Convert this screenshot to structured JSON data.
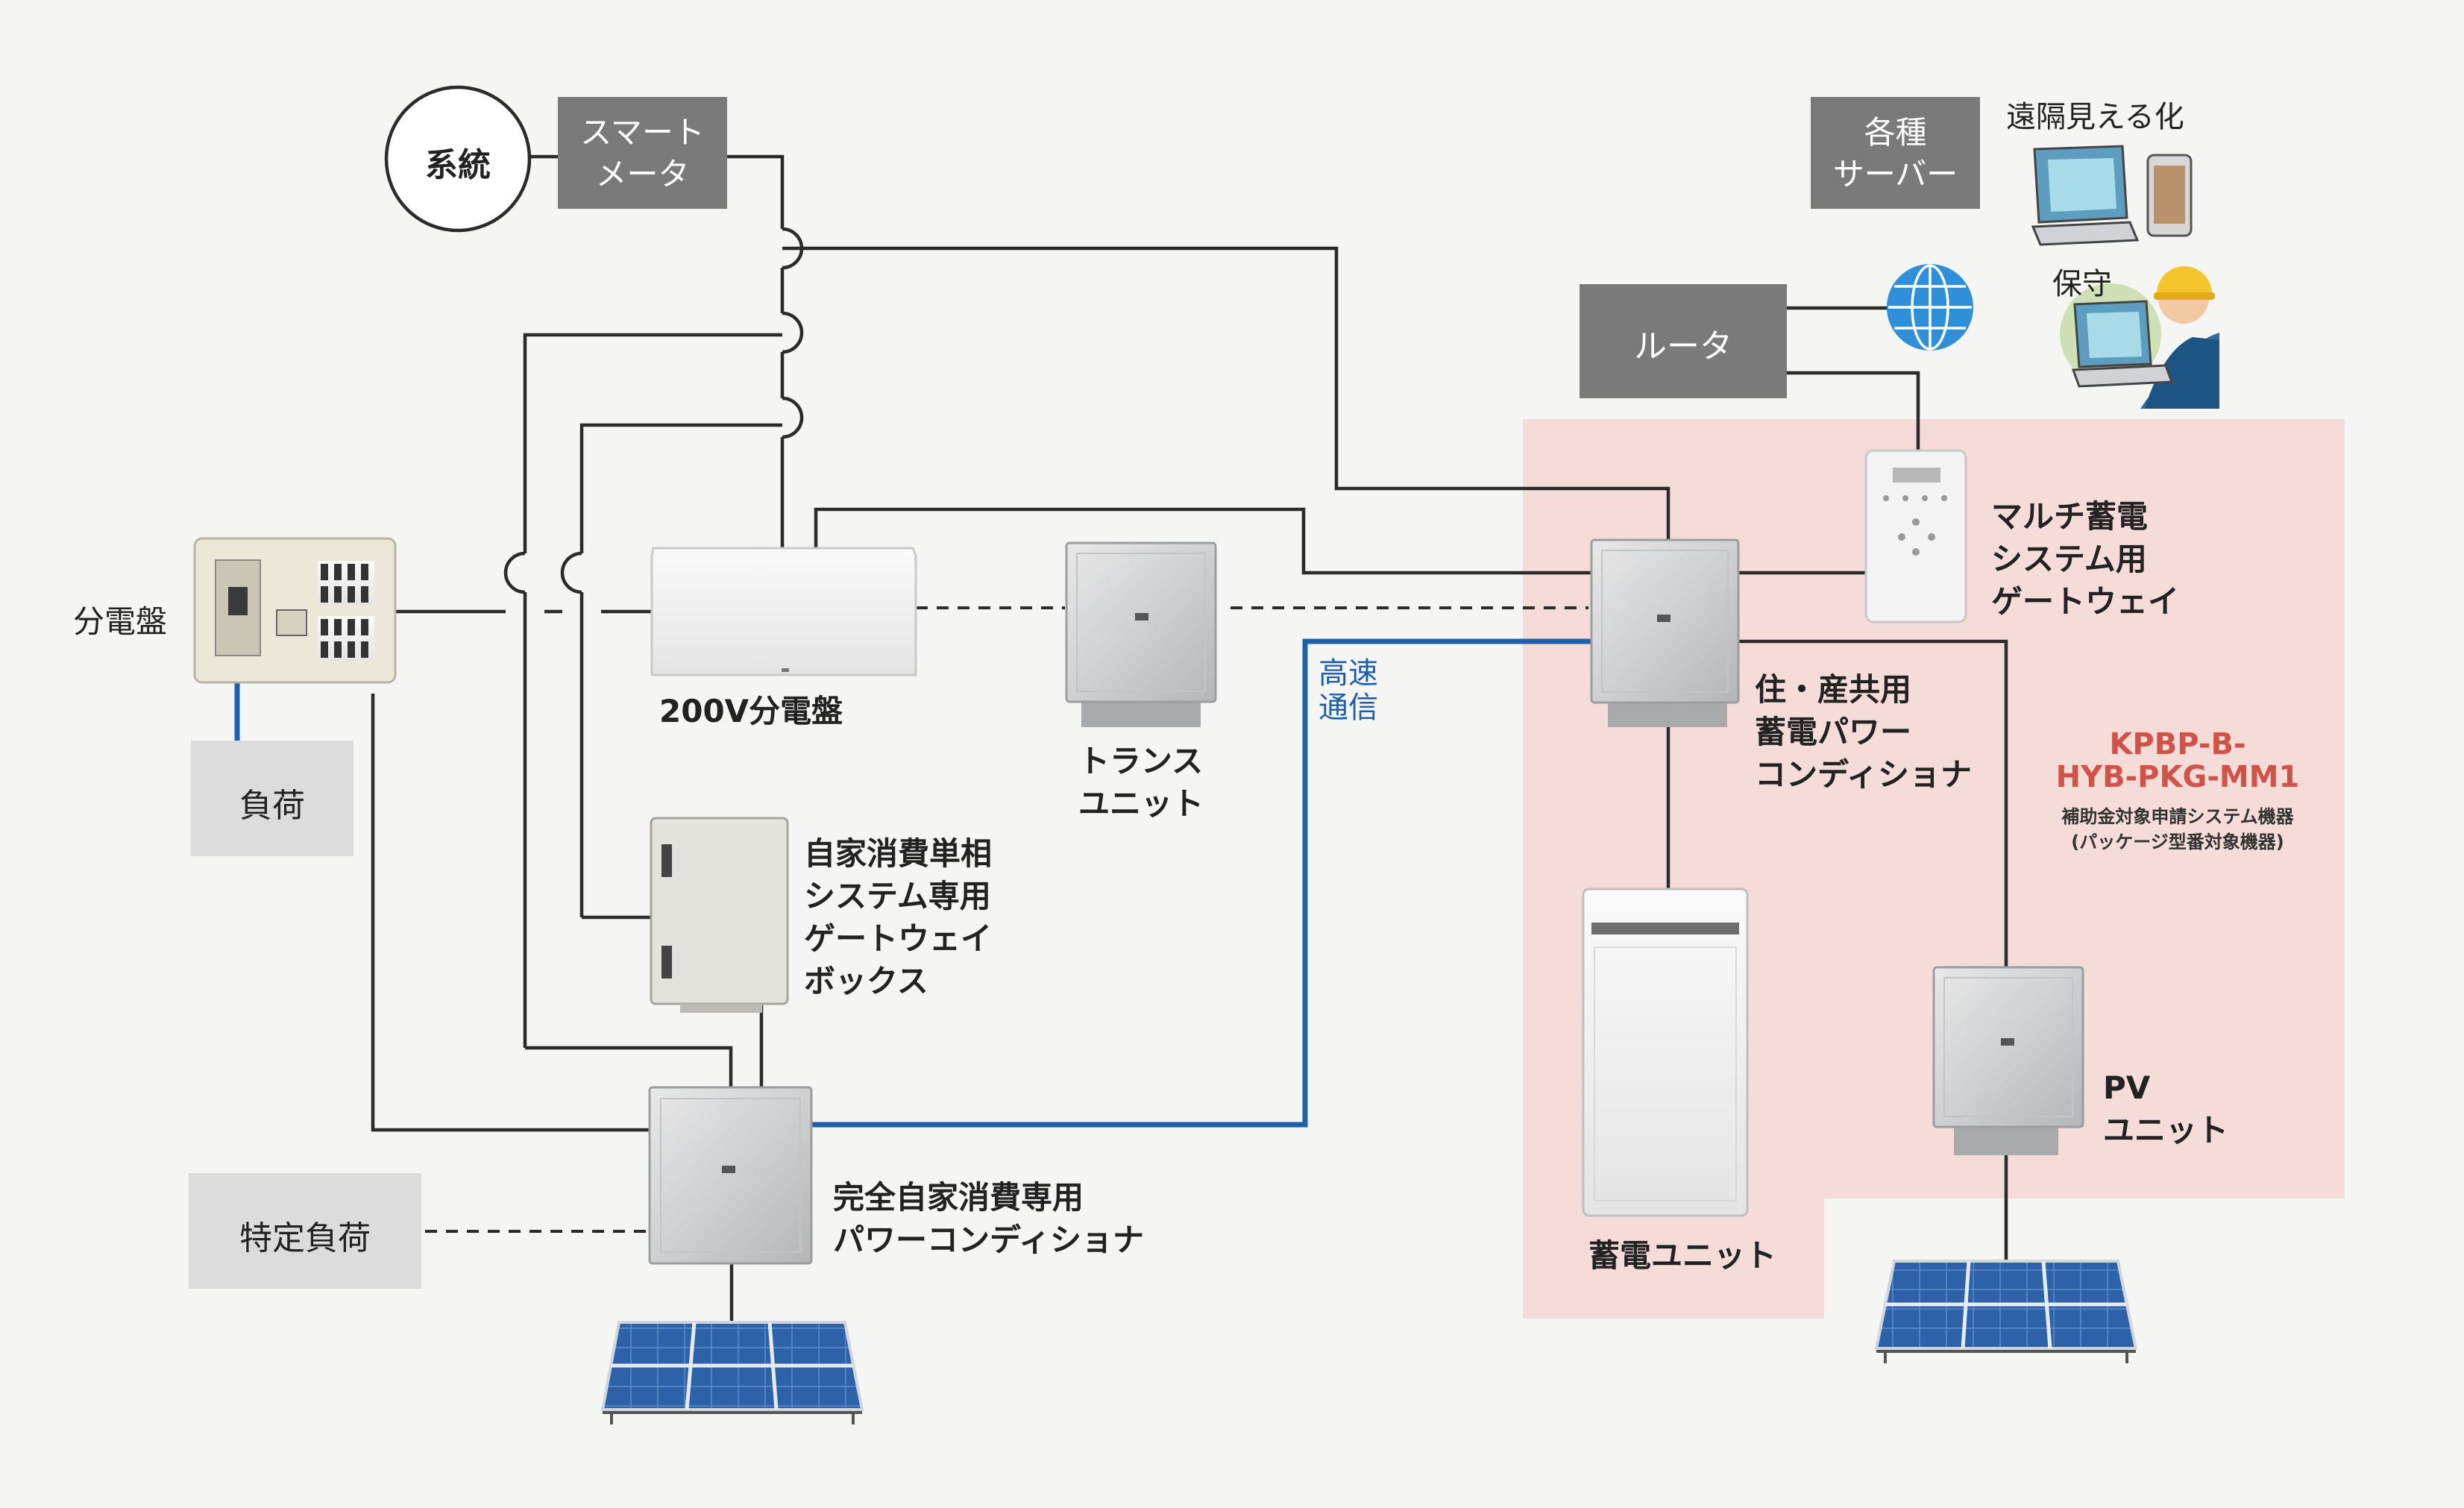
{
  "nodes": {
    "grid": "系統",
    "smart_meter": "スマート\nメータ",
    "servers": "各種\nサーバー",
    "remote_view": "遠隔見える化",
    "maintenance": "保守",
    "router": "ルータ",
    "distribution_board": "分電盤",
    "load": "負荷",
    "specific_load": "特定負荷",
    "board_200v": "200V分電盤",
    "trans_unit": "トランス\nユニット",
    "high_speed_comm": "高速\n通信",
    "multi_gateway": "マルチ蓄電\nシステム用\nゲートウェイ",
    "hybrid_pcs": "住・産共用\n蓄電パワー\nコンディショナ",
    "self_gateway_box": "自家消費単相\nシステム専用\nゲートウェイ\nボックス",
    "battery_unit": "蓄電ユニット",
    "pv_unit": "PV\nユニット",
    "self_pcs": "完全自家消費専用\nパワーコンディショナ"
  },
  "package": {
    "model": "KPBP-B-\nHYB-PKG-MM1",
    "note": "補助金対象申請システム機器\n(パッケージ型番対象機器)"
  },
  "colors": {
    "line": "#2b2b2b",
    "comm_line": "#1f5fa8",
    "package_area": "#f5dcd8",
    "package_text": "#d0534a",
    "gray_box": "#7a7a7a",
    "light_box": "#dcdcdc"
  }
}
